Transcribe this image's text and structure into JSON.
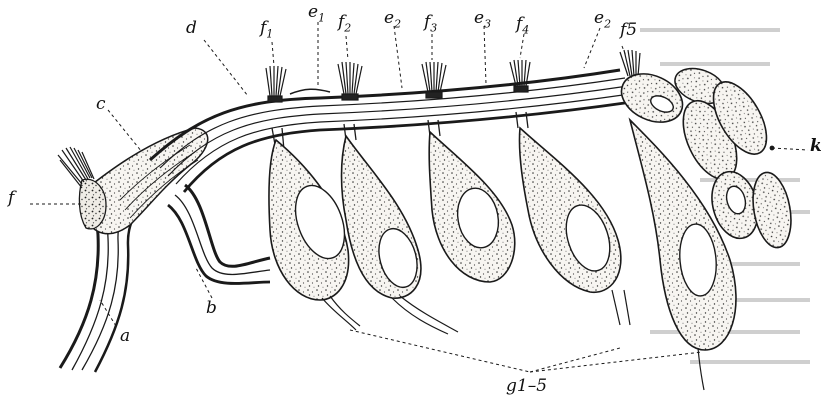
{
  "figure": {
    "labels": {
      "a": "a",
      "b": "b",
      "c": "c",
      "d": "d",
      "e1": "e",
      "e1_sub": "1",
      "e2a": "e",
      "e2a_sub": "2",
      "e3": "e",
      "e3_sub": "3",
      "e2b": "e",
      "e2b_sub": "2",
      "f": "f",
      "f1": "f",
      "f1_sub": "1",
      "f2": "f",
      "f2_sub": "2",
      "f3": "f",
      "f3_sub": "3",
      "f4": "f",
      "f4_sub": "4",
      "f5": "f5",
      "g": "g1–5",
      "k": "k"
    }
  }
}
